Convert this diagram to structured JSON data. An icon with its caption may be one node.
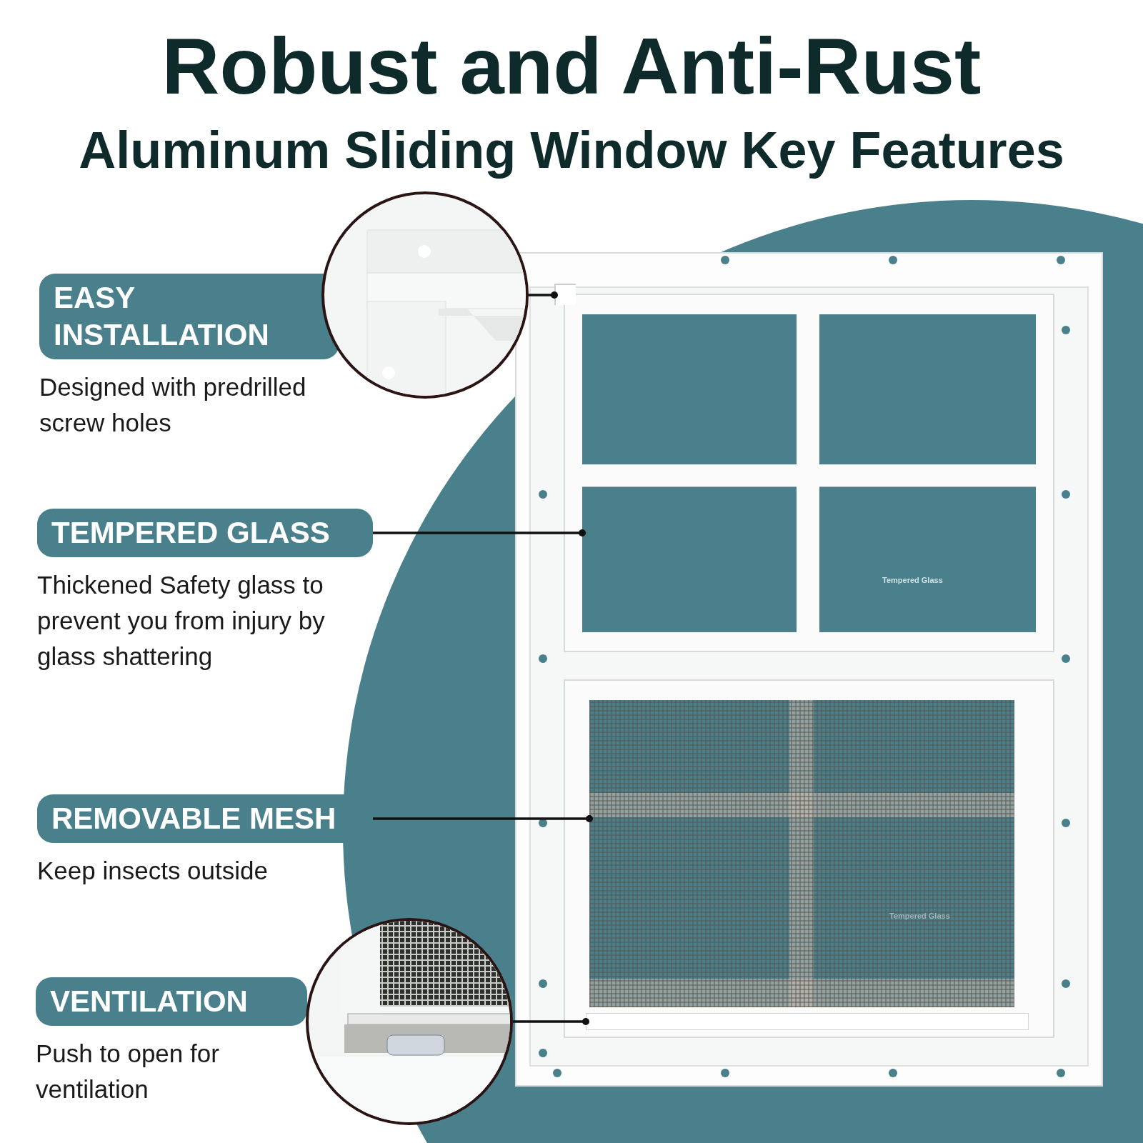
{
  "diagram": {
    "title": "Robust and Anti-Rust",
    "nodes": [
      {
        "text": [
          "EASY INSTALLATION",
          "Designed with predrilled screw holes"
        ]
      },
      {
        "text": [
          "TEMPERED GLASS",
          "Thickened Safety glass to prevent you from injury by glass shattering"
        ]
      },
      {
        "text": [
          "REMOVABLE MESH",
          "Keep insects outside"
        ]
      },
      {
        "text": [
          "VENTILATION",
          "Push to open for ventilation"
        ]
      },
      {
        "text": [],
        "shape": "picture"
      },
      {
        "text": [],
        "shape": "box",
        "in": 4
      },
      {
        "text": [],
        "shape": "box",
        "in": 4
      },
      {
        "text": [],
        "shape": "box",
        "in": 4
      },
      {
        "text": [],
        "shape": "bar",
        "in": 4
      },
      {
        "text": [],
        "shape": "circle"
      },
      {
        "text": [],
        "shape": "circle"
      }
    ],
    "edges": [
      {
        "from": 9,
        "to": 5,
        "arrow": "other"
      },
      {
        "from": 1,
        "to": 6,
        "arrow": "other"
      },
      {
        "from": 2,
        "to": 7,
        "arrow": "other"
      },
      {
        "from": 10,
        "to": 8,
        "arrow": "other"
      }
    ],
    "labels": [
      "Aluminum Sliding Window Key Features",
      "Tempered Glass",
      "Tempered Glass"
    ]
  }
}
